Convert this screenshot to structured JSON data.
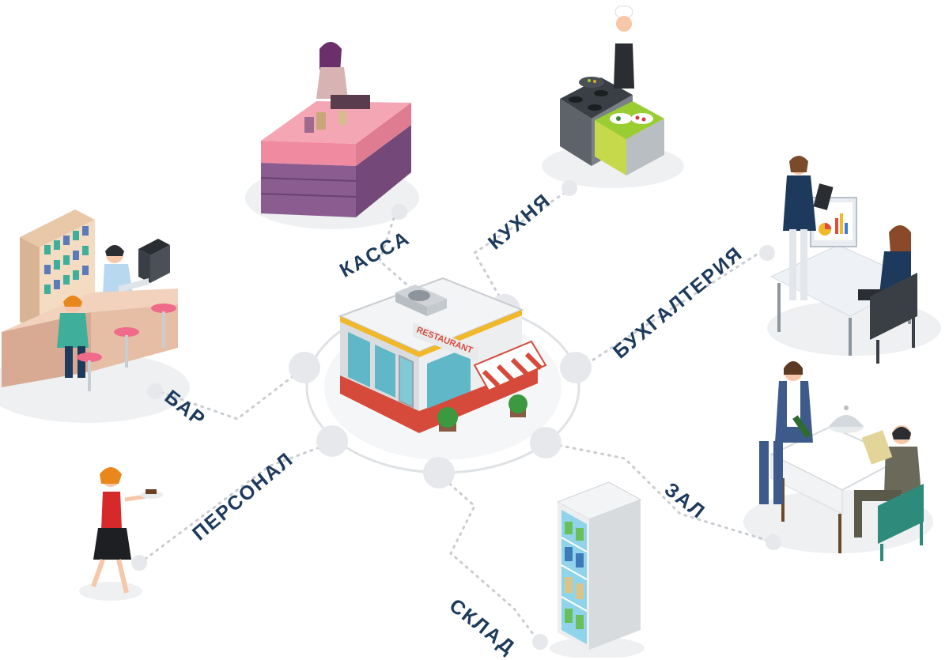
{
  "center": {
    "sign_text": "RESTAURANT",
    "icon": "restaurant-building-icon"
  },
  "modules": [
    {
      "id": "kassa",
      "label": "КАССА",
      "icon": "cashier-counter-icon"
    },
    {
      "id": "kuhnya",
      "label": "КУХНЯ",
      "icon": "chef-stove-icon"
    },
    {
      "id": "buhgalteria",
      "label": "БУХГАЛТЕРИЯ",
      "icon": "accounting-office-icon"
    },
    {
      "id": "zal",
      "label": "ЗАЛ",
      "icon": "dining-hall-icon"
    },
    {
      "id": "sklad",
      "label": "СКЛАД",
      "icon": "warehouse-fridge-icon"
    },
    {
      "id": "personal",
      "label": "ПЕРСОНАЛ",
      "icon": "waitress-staff-icon"
    },
    {
      "id": "bar",
      "label": "БАР",
      "icon": "bar-counter-icon"
    }
  ],
  "colors": {
    "label_text": "#1d3a5c",
    "connector": "#c9cdd2",
    "node": "#e6e8eb"
  }
}
